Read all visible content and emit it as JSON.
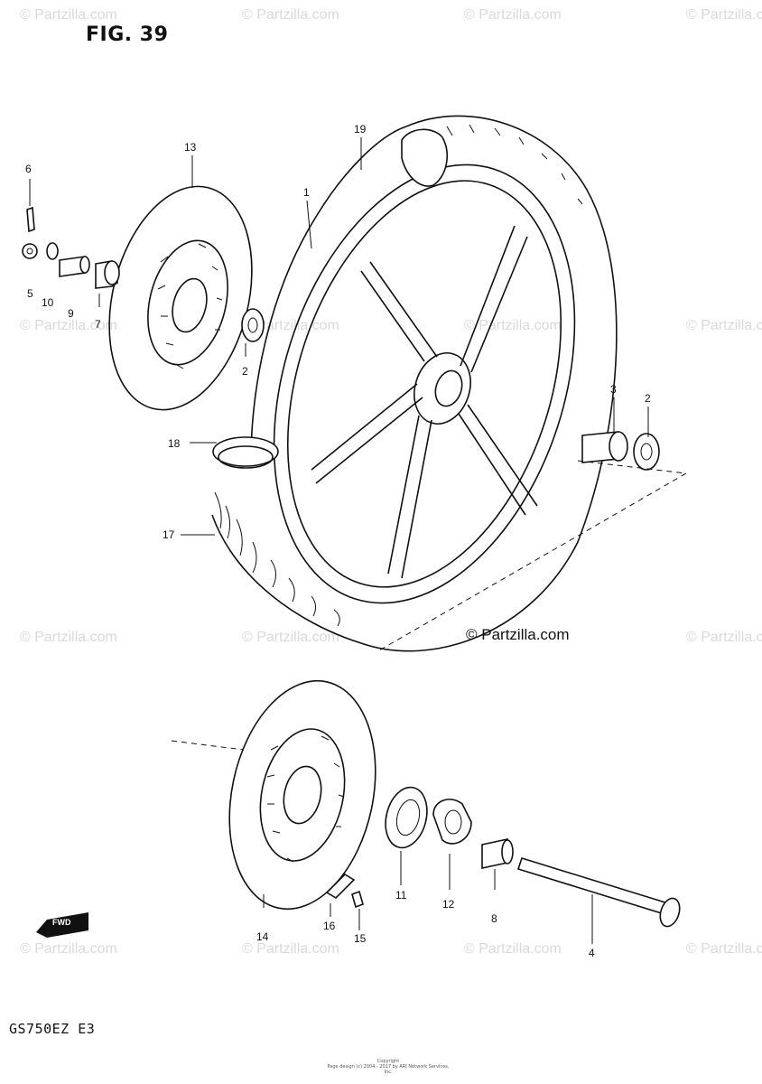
{
  "figure_title": "FIG. 39",
  "model_code": "GS750EZ E3",
  "copyright_main": "© Partzilla.com",
  "watermark_text": "© Partzilla.com",
  "footer_line1": "Copyright",
  "footer_line2": "Page design (c) 2004 - 2017 by ARI Network Services, Inc.",
  "direction_arrow_label": "FWD",
  "callouts": [
    "6",
    "13",
    "19",
    "1",
    "5",
    "10",
    "9",
    "7",
    "2",
    "3",
    "2",
    "18",
    "17",
    "14",
    "16",
    "15",
    "11",
    "12",
    "8",
    "4"
  ]
}
